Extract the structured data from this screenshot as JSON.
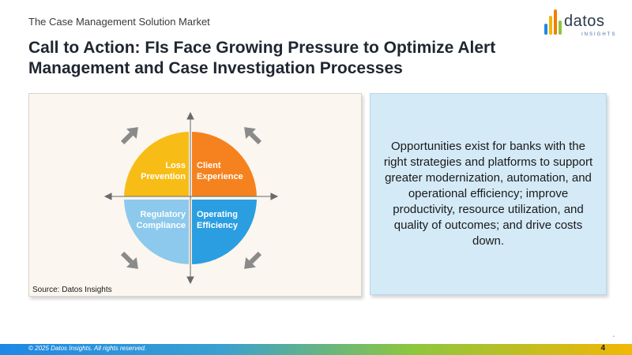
{
  "header": {
    "subtitle": "The Case Management Solution Market",
    "title": "Call to Action: FIs Face Growing Pressure to Optimize Alert Management and Case Investigation Processes"
  },
  "logo": {
    "name": "datos",
    "tagline": "INSIGHTS",
    "bar_colors": [
      "#1e88e5",
      "#f2b705",
      "#f57c00",
      "#8cc63f"
    ]
  },
  "figure": {
    "quadrants": [
      {
        "line1": "Loss",
        "line2": "Prevention",
        "color": "#f7bd16"
      },
      {
        "line1": "Client",
        "line2": "Experience",
        "color": "#f5821f"
      },
      {
        "line1": "Regulatory",
        "line2": "Compliance",
        "color": "#8cc9ec"
      },
      {
        "line1": "Operating",
        "line2": "Efficiency",
        "color": "#2a9ee0"
      }
    ],
    "source": "Source: Datos Insights",
    "arrow_icon": "diagonal-arrow-icon"
  },
  "callout": {
    "text": "Opportunities exist for banks with the right strategies and platforms to support greater modernization, automation, and operational efficiency; improve productivity, resource utilization, and quality of outcomes; and drive costs down."
  },
  "footer": {
    "copyright": "© 2025 Datos Insights. All rights reserved.",
    "page_number": "4"
  }
}
